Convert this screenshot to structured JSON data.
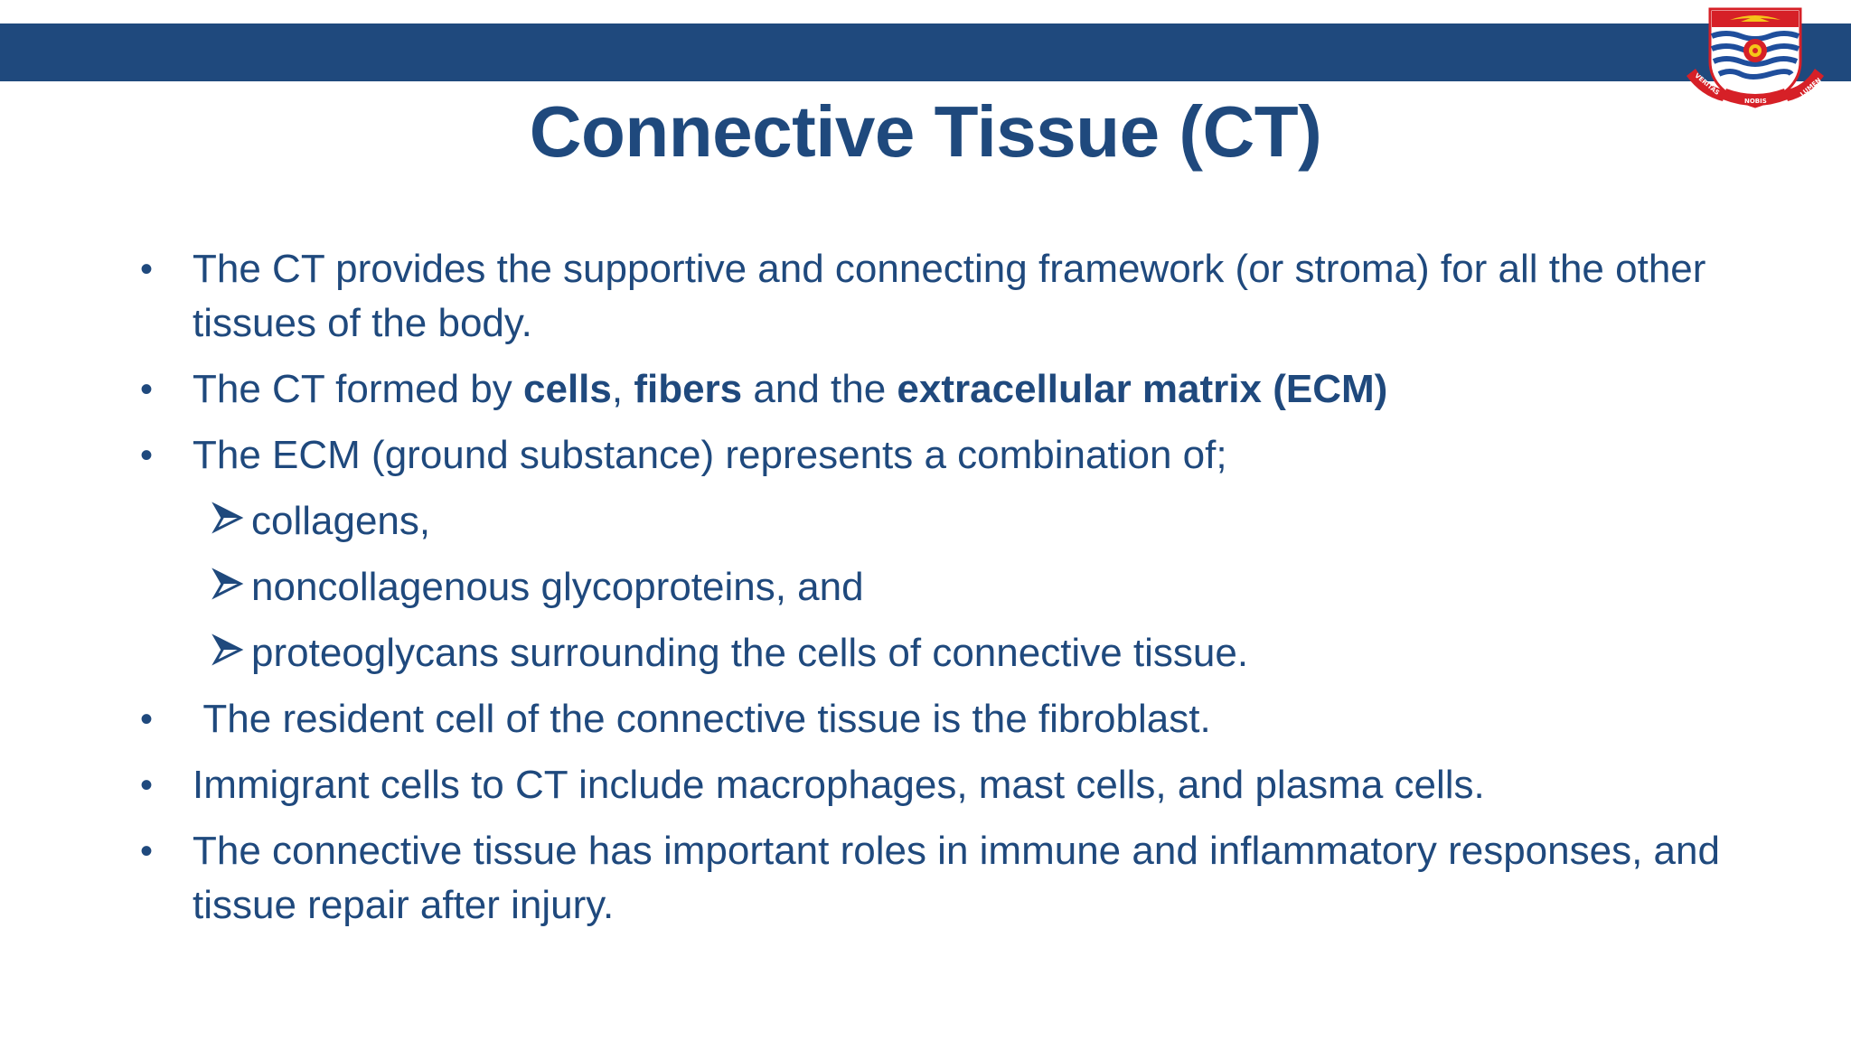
{
  "slide": {
    "title": "Connective Tissue (CT)",
    "colors": {
      "header_bar": "#1f497d",
      "text": "#1f497d",
      "crest_red": "#d62027",
      "crest_blue": "#1f4e9c",
      "crest_gold": "#f5c518"
    },
    "logo": {
      "icon": "university-crest-icon",
      "motto": [
        "VERITAS",
        "NOBIS",
        "LUMEN"
      ]
    },
    "bullets": {
      "b1": {
        "text": "The CT provides the supportive and connecting framework (or stroma) for all the other tissues of the body."
      },
      "b2": {
        "prefix": "The CT formed by ",
        "bold1": "cells",
        "sep1": ", ",
        "bold2": "fibers",
        "sep2": " and the ",
        "bold3": "extracellular matrix (ECM)"
      },
      "b3": {
        "text": "The ECM (ground substance) represents a combination of;"
      },
      "sub": [
        {
          "text": "collagens,"
        },
        {
          "text": "noncollagenous glycoproteins, and"
        },
        {
          "text": "proteoglycans surrounding the cells of connective tissue."
        }
      ],
      "b4": {
        "text": " The resident cell of the connective tissue is the fibroblast."
      },
      "b5": {
        "text": "Immigrant cells to CT include macrophages, mast cells, and plasma cells."
      },
      "b6": {
        "text": "The connective tissue has important roles in immune and inflammatory responses, and tissue repair after injury."
      }
    },
    "bullet_icon": "bullet-dot-icon",
    "sub_bullet_icon": "arrow-bullet-icon"
  }
}
